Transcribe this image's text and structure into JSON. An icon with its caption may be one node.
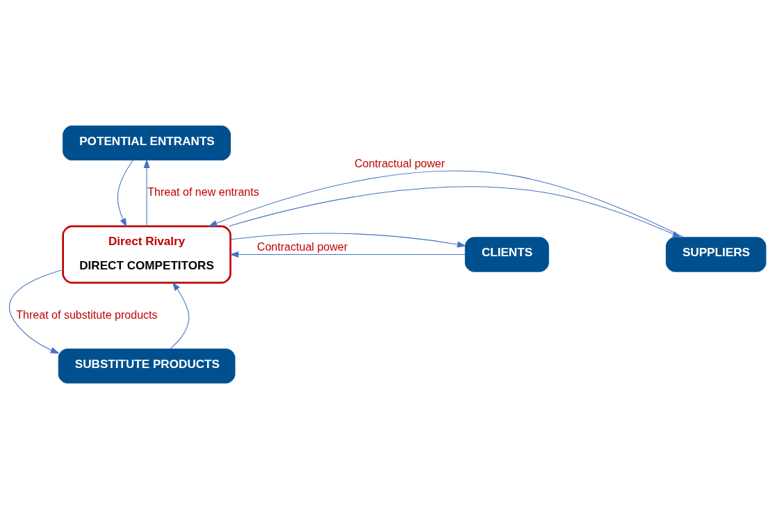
{
  "diagram": {
    "nodes": [
      {
        "text": [
          "POTENTIAL ENTRANTS"
        ]
      },
      {
        "text": [
          "SUPPLIERS"
        ]
      },
      {
        "text": [
          "Direct Rivalry",
          "DIRECT COMPETITORS"
        ]
      },
      {
        "text": [
          "CLIENTS"
        ]
      },
      {
        "text": [
          "SUBSTITUTE PRODUCTS"
        ]
      }
    ],
    "edges": [
      {
        "from": 2,
        "to": 0,
        "arrow": "to",
        "label": "Threat of new entrants"
      },
      {
        "from": 0,
        "to": 2,
        "arrow": "to"
      },
      {
        "from": 2,
        "to": 1,
        "arrow": "to"
      },
      {
        "from": 1,
        "to": 2,
        "arrow": "to",
        "label": "Contractual power"
      },
      {
        "from": 3,
        "to": 2,
        "arrow": "to",
        "label": "Contractual power"
      },
      {
        "from": 2,
        "to": 3,
        "arrow": "to"
      },
      {
        "from": 4,
        "to": 2,
        "arrow": "to"
      },
      {
        "from": 2,
        "to": 4,
        "arrow": "to",
        "label": "Threat of substitute products"
      }
    ]
  }
}
